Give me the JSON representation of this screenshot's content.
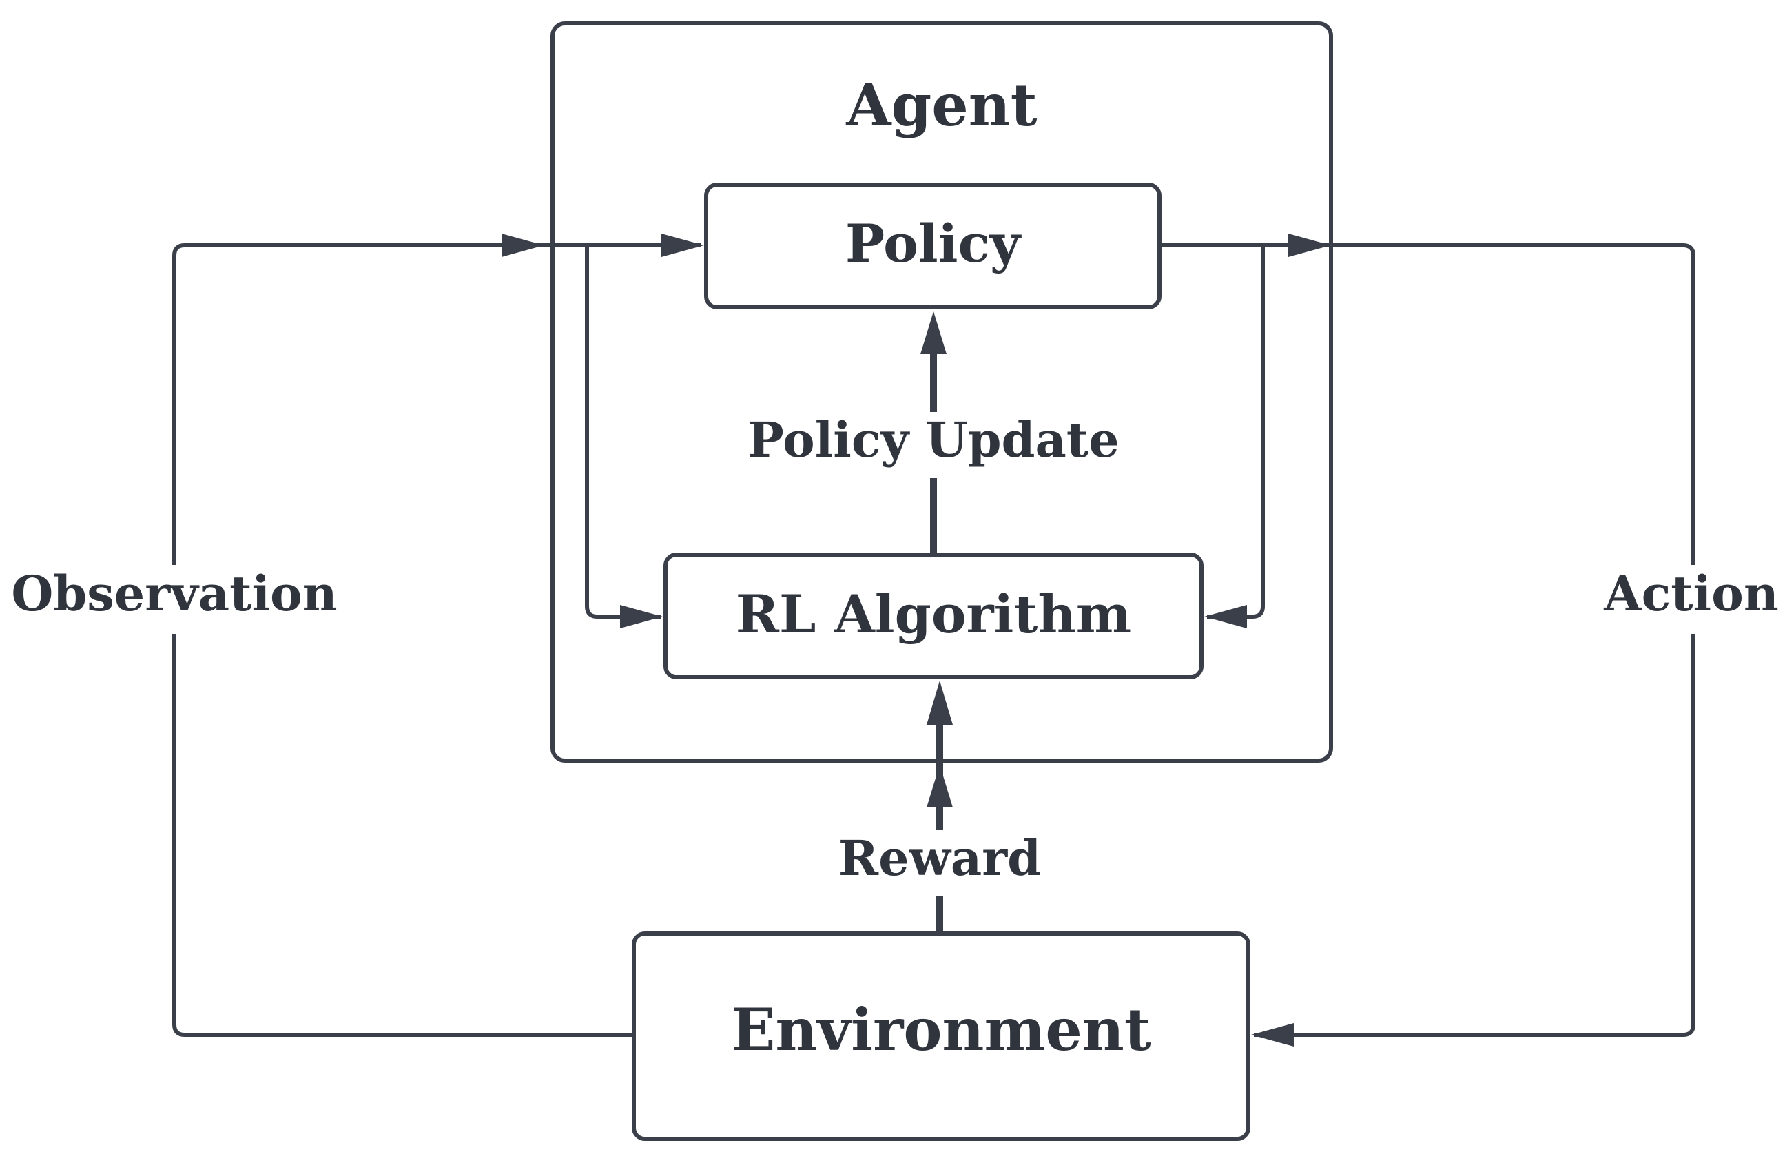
{
  "diagram": {
    "nodes": {
      "agent": "Agent",
      "policy": "Policy",
      "rl_algorithm": "RL Algorithm",
      "environment": "Environment"
    },
    "edges": {
      "observation": "Observation",
      "action": "Action",
      "reward": "Reward",
      "policy_update": "Policy Update"
    }
  }
}
